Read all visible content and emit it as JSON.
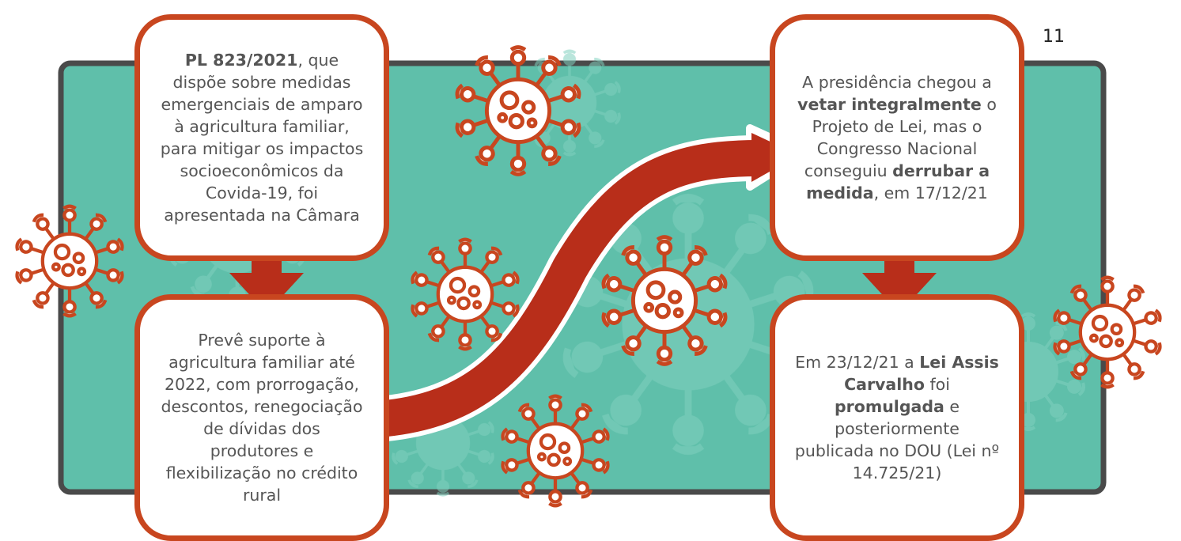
{
  "page_number": "11",
  "colors": {
    "panel": "#5fbfaa",
    "panel_border": "#4a4a4a",
    "accent": "#c8461f",
    "arrow": "#b82e1a",
    "virus": "#c8461f"
  },
  "boxes": {
    "b1": {
      "t1": "PL 823/2021",
      "t2": ", que dispõe sobre medidas emergenciais de amparo à agricultura familiar, para mitigar os impactos socioeconômicos da Covida-19, foi apresentada na Câmara"
    },
    "b2": {
      "t1": "Prevê suporte à agricultura familiar até 2022, com prorrogação, descontos, renegociação de dívidas dos produtores e flexibilização no crédito rural"
    },
    "b3": {
      "t1": "A presidência chegou a ",
      "t2": "vetar integralmente",
      "t3": " o Projeto de Lei, mas o Congresso Nacional conseguiu ",
      "t4": "derrubar a medida",
      "t5": ", em 17/12/21"
    },
    "b4": {
      "t1": "Em 23/12/21 a ",
      "t2": "Lei Assis Carvalho",
      "t3": " foi ",
      "t4": "promulgada",
      "t5": " e posteriormente publicada no DOU (Lei nº 14.725/21)"
    }
  },
  "icons": [
    "virus-icon",
    "arrow-down-icon",
    "curved-arrow-icon"
  ]
}
